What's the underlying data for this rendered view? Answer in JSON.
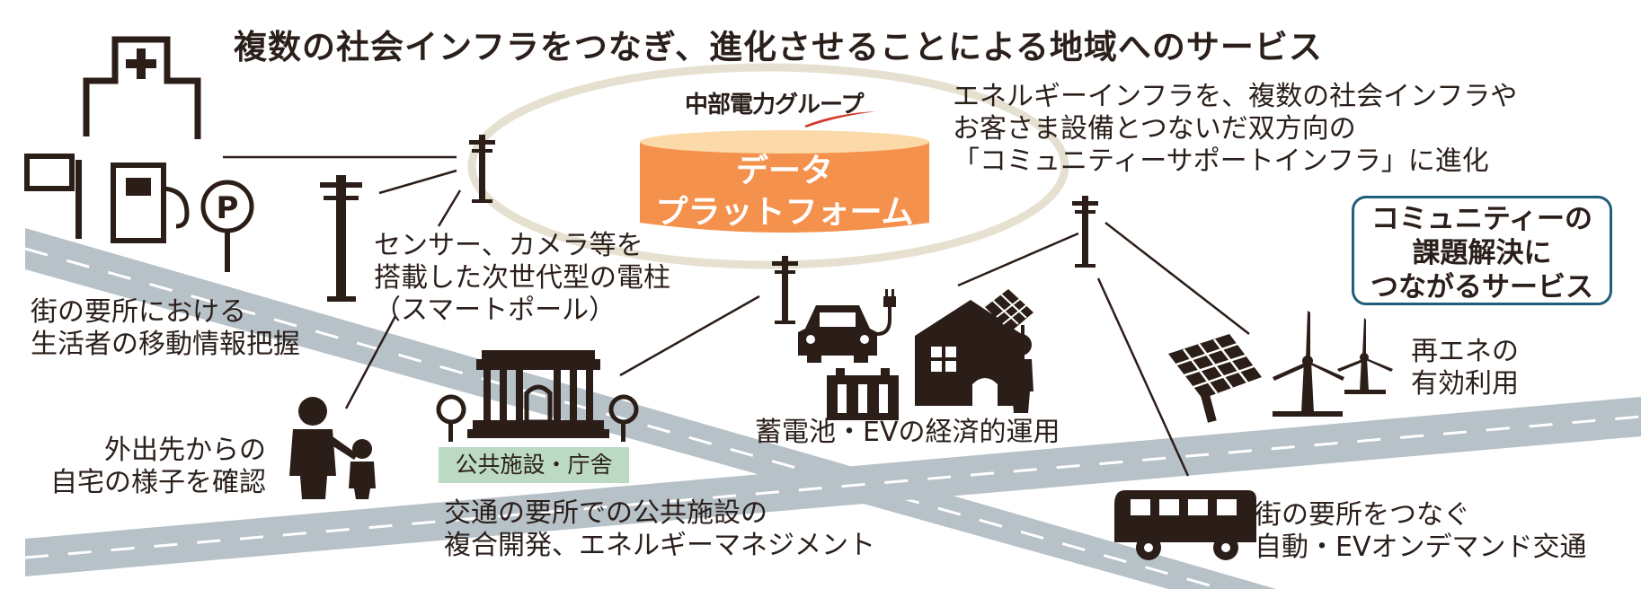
{
  "title": "複数の社会インフラをつなぎ、進化させることによる地域へのサービス",
  "company": "中部電力グループ",
  "platform": {
    "line1": "データ",
    "line2": "プラットフォーム"
  },
  "energy_text": {
    "line1": "エネルギーインフラを、複数の社会インフラや",
    "line2": "お客さま設備とつないだ双方向の",
    "line3": "「コミュニティーサポートインフラ」に進化"
  },
  "service_box": {
    "line1": "コミュニティーの",
    "line2": "課題解決に",
    "line3": "つながるサービス"
  },
  "smart_pole": {
    "line1": "センサー、カメラ等を",
    "line2": "搭載した次世代型の電柱",
    "line3": "（スマートポール）"
  },
  "movement": {
    "line1": "街の要所における",
    "line2": "生活者の移動情報把握"
  },
  "home_check": {
    "line1": "外出先からの",
    "line2": "自宅の様子を確認"
  },
  "public_facility_label": "公共施設・庁舎",
  "public_dev": {
    "line1": "交通の要所での公共施設の",
    "line2": "複合開発、エネルギーマネジメント"
  },
  "battery_ev": "蓄電池・EVの経済的運用",
  "renewable": {
    "line1": "再エネの",
    "line2": "有効利用"
  },
  "transport": {
    "line1": "街の要所をつなぐ",
    "line2": "自動・EVオンデマンド交通"
  },
  "colors": {
    "road": "#b7c1c8",
    "ellipse": "#e5e0cf",
    "platform_orange": "#f4914d",
    "platform_top": "#fbd9a8",
    "icon": "#2b1d17",
    "public_label": "#bcd9c4",
    "box_border": "#1f5f7a"
  }
}
